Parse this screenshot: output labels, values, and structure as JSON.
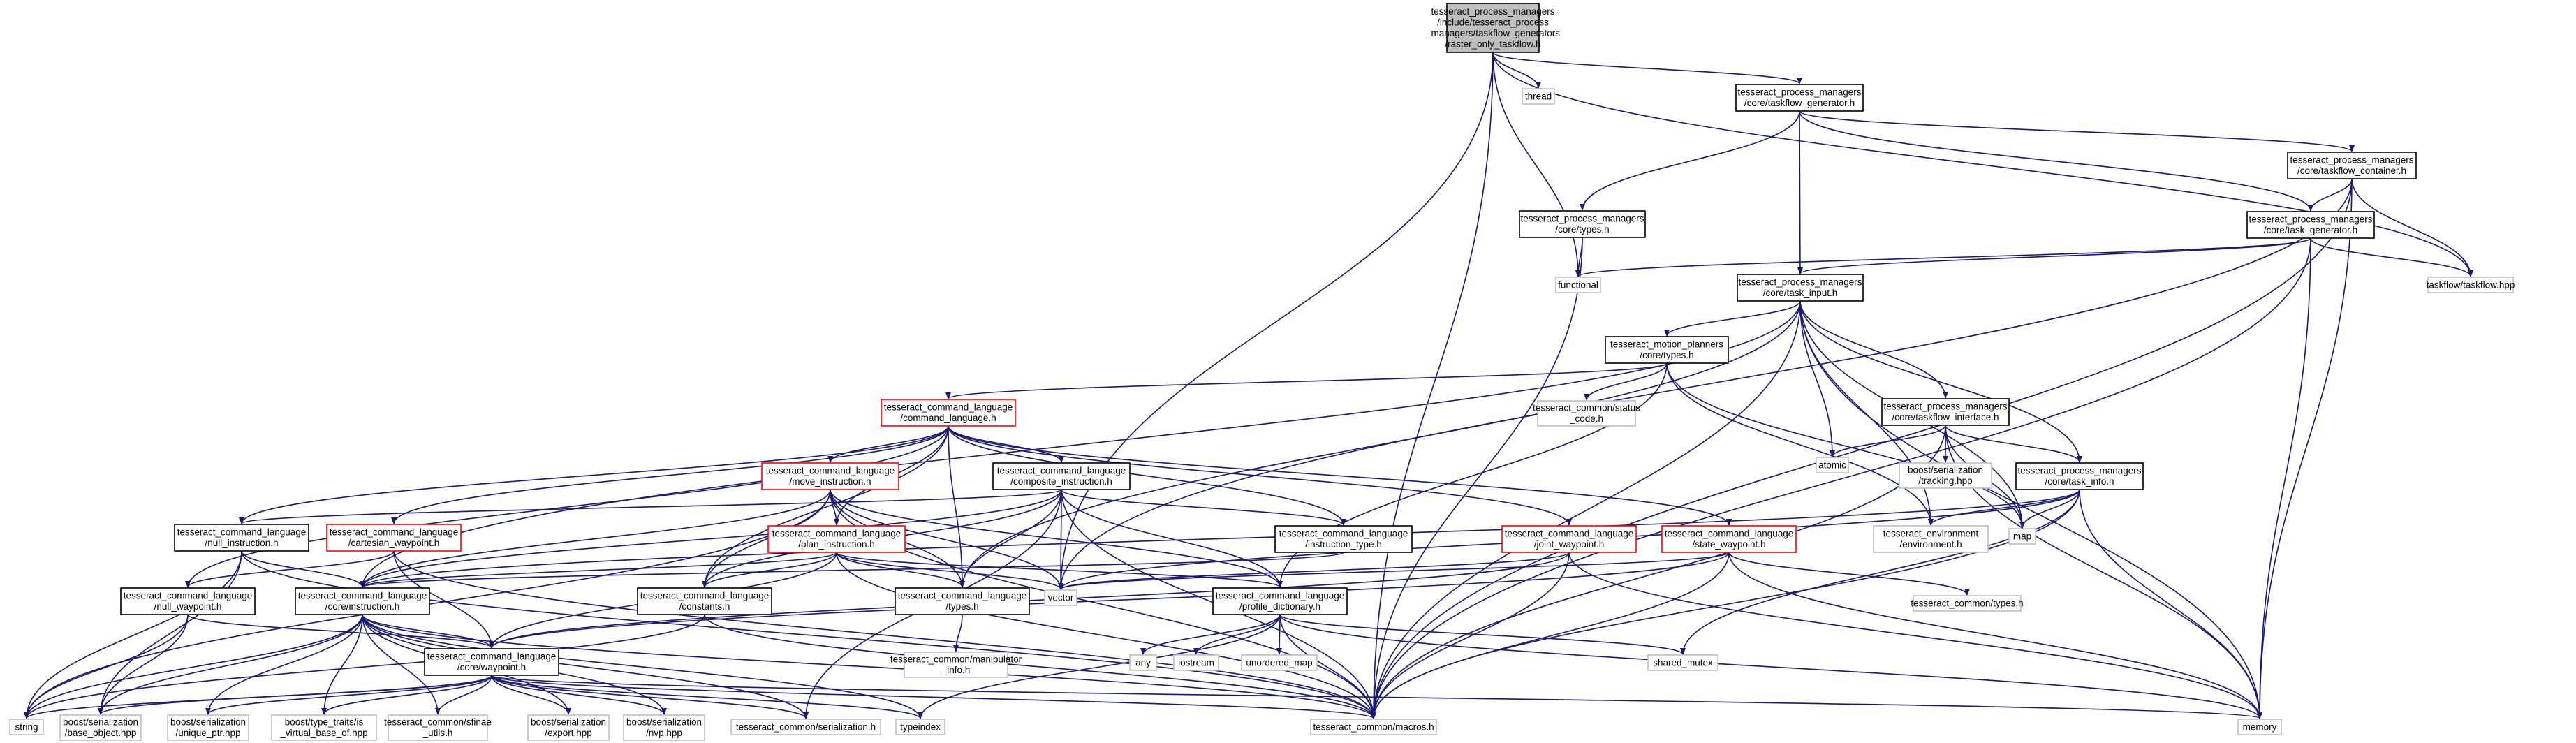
{
  "colors": {
    "edge": "#191970",
    "edge_gray": "#bfbfbf",
    "border_black": "#000000",
    "border_red": "#ff0000",
    "border_gray": "#bfbfbf",
    "root_fill": "#bfbfbf",
    "node_fill": "#ffffff"
  },
  "nodes": [
    {
      "id": "root",
      "lines": [
        "tesseract_process_managers",
        "/include/tesseract_process",
        "_managers/taskflow_generators",
        "/raster_only_taskflow.h"
      ],
      "style": "root"
    },
    {
      "id": "thread",
      "lines": [
        "thread"
      ],
      "style": "gray"
    },
    {
      "id": "tf_gen",
      "lines": [
        "tesseract_process_managers",
        "/core/taskflow_generator.h"
      ],
      "style": "black"
    },
    {
      "id": "tf_container",
      "lines": [
        "tesseract_process_managers",
        "/core/taskflow_container.h"
      ],
      "style": "black"
    },
    {
      "id": "pm_types",
      "lines": [
        "tesseract_process_managers",
        "/core/types.h"
      ],
      "style": "black"
    },
    {
      "id": "task_gen",
      "lines": [
        "tesseract_process_managers",
        "/core/task_generator.h"
      ],
      "style": "black"
    },
    {
      "id": "functional",
      "lines": [
        "functional"
      ],
      "style": "gray"
    },
    {
      "id": "taskflow",
      "lines": [
        "taskflow/taskflow.hpp"
      ],
      "style": "gray"
    },
    {
      "id": "task_input",
      "lines": [
        "tesseract_process_managers",
        "/core/task_input.h"
      ],
      "style": "black"
    },
    {
      "id": "mp_types",
      "lines": [
        "tesseract_motion_planners",
        "/core/types.h"
      ],
      "style": "black"
    },
    {
      "id": "status_code",
      "lines": [
        "tesseract_common/status",
        "_code.h"
      ],
      "style": "gray"
    },
    {
      "id": "cmd_lang",
      "lines": [
        "tesseract_command_language",
        "/command_language.h"
      ],
      "style": "red"
    },
    {
      "id": "tf_interface",
      "lines": [
        "tesseract_process_managers",
        "/core/taskflow_interface.h"
      ],
      "style": "black"
    },
    {
      "id": "atomic",
      "lines": [
        "atomic"
      ],
      "style": "gray"
    },
    {
      "id": "tracking",
      "lines": [
        "boost/serialization",
        "/tracking.hpp"
      ],
      "style": "gray"
    },
    {
      "id": "task_info",
      "lines": [
        "tesseract_process_managers",
        "/core/task_info.h"
      ],
      "style": "black"
    },
    {
      "id": "move_instr",
      "lines": [
        "tesseract_command_language",
        "/move_instruction.h"
      ],
      "style": "red"
    },
    {
      "id": "composite",
      "lines": [
        "tesseract_command_language",
        "/composite_instruction.h"
      ],
      "style": "black"
    },
    {
      "id": "null_instr",
      "lines": [
        "tesseract_command_language",
        "/null_instruction.h"
      ],
      "style": "black"
    },
    {
      "id": "cart_wp",
      "lines": [
        "tesseract_command_language",
        "/cartesian_waypoint.h"
      ],
      "style": "red"
    },
    {
      "id": "plan_instr",
      "lines": [
        "tesseract_command_language",
        "/plan_instruction.h"
      ],
      "style": "red"
    },
    {
      "id": "instr_type",
      "lines": [
        "tesseract_command_language",
        "/instruction_type.h"
      ],
      "style": "black"
    },
    {
      "id": "joint_wp",
      "lines": [
        "tesseract_command_language",
        "/joint_waypoint.h"
      ],
      "style": "red"
    },
    {
      "id": "state_wp",
      "lines": [
        "tesseract_command_language",
        "/state_waypoint.h"
      ],
      "style": "red"
    },
    {
      "id": "env",
      "lines": [
        "tesseract_environment",
        "/environment.h"
      ],
      "style": "gray"
    },
    {
      "id": "map",
      "lines": [
        "map"
      ],
      "style": "gray"
    },
    {
      "id": "null_wp",
      "lines": [
        "tesseract_command_language",
        "/null_waypoint.h"
      ],
      "style": "black"
    },
    {
      "id": "core_instr",
      "lines": [
        "tesseract_command_language",
        "/core/instruction.h"
      ],
      "style": "black"
    },
    {
      "id": "constants",
      "lines": [
        "tesseract_command_language",
        "/constants.h"
      ],
      "style": "black"
    },
    {
      "id": "cl_types",
      "lines": [
        "tesseract_command_language",
        "/types.h"
      ],
      "style": "black"
    },
    {
      "id": "vector",
      "lines": [
        "vector"
      ],
      "style": "gray"
    },
    {
      "id": "profile_dict",
      "lines": [
        "tesseract_command_language",
        "/profile_dictionary.h"
      ],
      "style": "black"
    },
    {
      "id": "tc_types",
      "lines": [
        "tesseract_common/types.h"
      ],
      "style": "gray"
    },
    {
      "id": "manip_info",
      "lines": [
        "tesseract_common/manipulator",
        "_info.h"
      ],
      "style": "gray"
    },
    {
      "id": "core_wp",
      "lines": [
        "tesseract_command_language",
        "/core/waypoint.h"
      ],
      "style": "black"
    },
    {
      "id": "any",
      "lines": [
        "any"
      ],
      "style": "gray"
    },
    {
      "id": "iostream",
      "lines": [
        "iostream"
      ],
      "style": "gray"
    },
    {
      "id": "unordered_map",
      "lines": [
        "unordered_map"
      ],
      "style": "gray"
    },
    {
      "id": "shared_mutex",
      "lines": [
        "shared_mutex"
      ],
      "style": "gray"
    },
    {
      "id": "string",
      "lines": [
        "string"
      ],
      "style": "gray"
    },
    {
      "id": "base_object",
      "lines": [
        "boost/serialization",
        "/base_object.hpp"
      ],
      "style": "gray"
    },
    {
      "id": "unique_ptr",
      "lines": [
        "boost/serialization",
        "/unique_ptr.hpp"
      ],
      "style": "gray"
    },
    {
      "id": "virtual_base",
      "lines": [
        "boost/type_traits/is",
        "_virtual_base_of.hpp"
      ],
      "style": "gray"
    },
    {
      "id": "sfinae",
      "lines": [
        "tesseract_common/sfinae",
        "_utils.h"
      ],
      "style": "gray"
    },
    {
      "id": "export",
      "lines": [
        "boost/serialization",
        "/export.hpp"
      ],
      "style": "gray"
    },
    {
      "id": "nvp",
      "lines": [
        "boost/serialization",
        "/nvp.hpp"
      ],
      "style": "gray"
    },
    {
      "id": "serialization",
      "lines": [
        "tesseract_common/serialization.h"
      ],
      "style": "gray"
    },
    {
      "id": "typeindex",
      "lines": [
        "typeindex"
      ],
      "style": "gray"
    },
    {
      "id": "macros",
      "lines": [
        "tesseract_common/macros.h"
      ],
      "style": "gray"
    },
    {
      "id": "memory",
      "lines": [
        "memory"
      ],
      "style": "gray"
    }
  ]
}
